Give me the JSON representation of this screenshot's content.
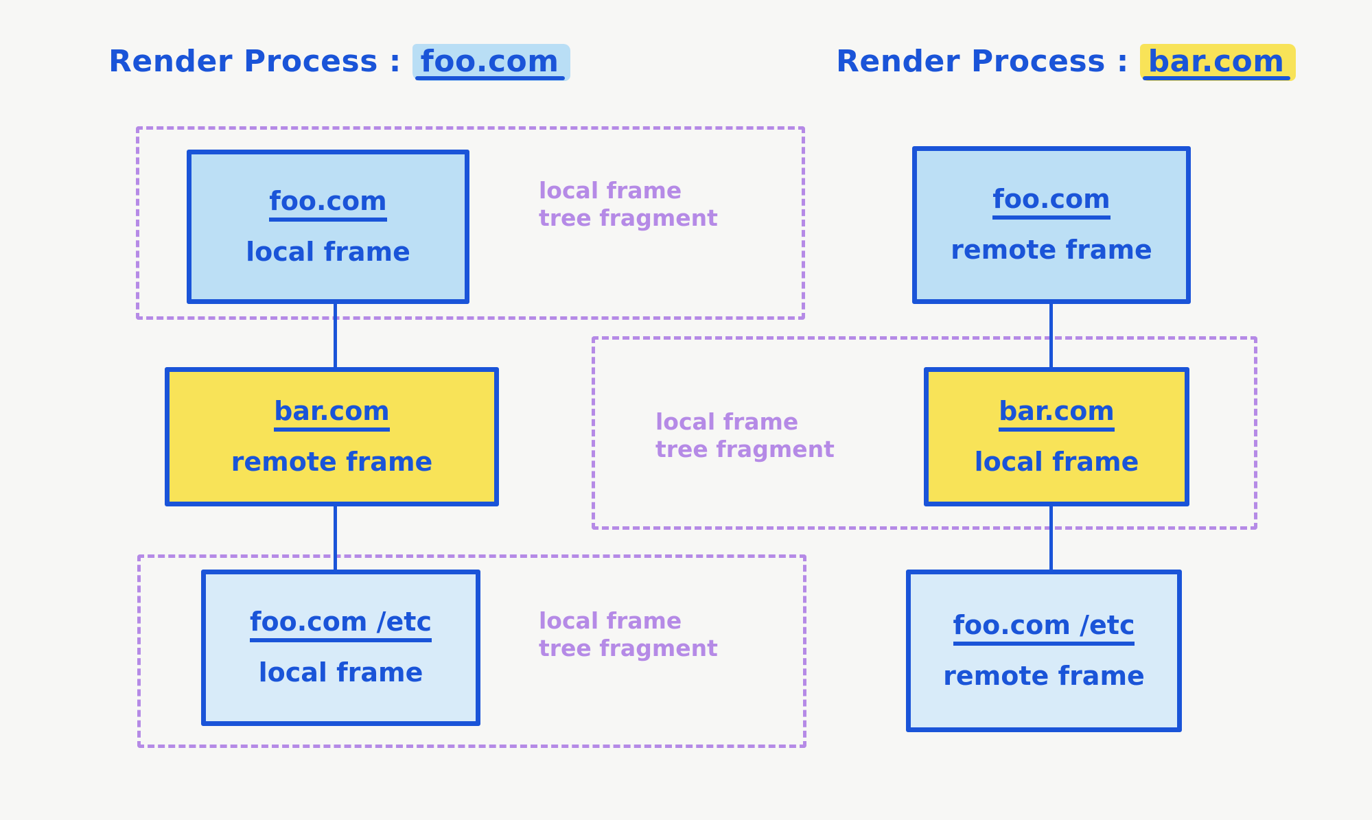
{
  "processes": [
    {
      "title_prefix": "Render Process : ",
      "origin": "foo.com",
      "highlight": "blue",
      "highlight_color": "#b9def5"
    },
    {
      "title_prefix": "Render Process : ",
      "origin": "bar.com",
      "highlight": "yellow",
      "highlight_color": "#f8e358"
    }
  ],
  "fragment_label": "local frame\ntree fragment",
  "left_nodes": [
    {
      "origin": "foo.com",
      "kind": "local frame"
    },
    {
      "origin": "bar.com",
      "kind": "remote frame"
    },
    {
      "origin": "foo.com /etc",
      "kind": "local frame"
    }
  ],
  "right_nodes": [
    {
      "origin": "foo.com",
      "kind": "remote frame"
    },
    {
      "origin": "bar.com",
      "kind": "local frame"
    },
    {
      "origin": "foo.com /etc",
      "kind": "remote frame"
    }
  ],
  "colors": {
    "ink": "#1a54d8",
    "fragment_dash": "#b58ae6",
    "blue_fill": "#bcdff5",
    "pale_blue_fill": "#d8ebf9",
    "yellow_fill": "#f8e358",
    "background": "#f7f7f5"
  }
}
